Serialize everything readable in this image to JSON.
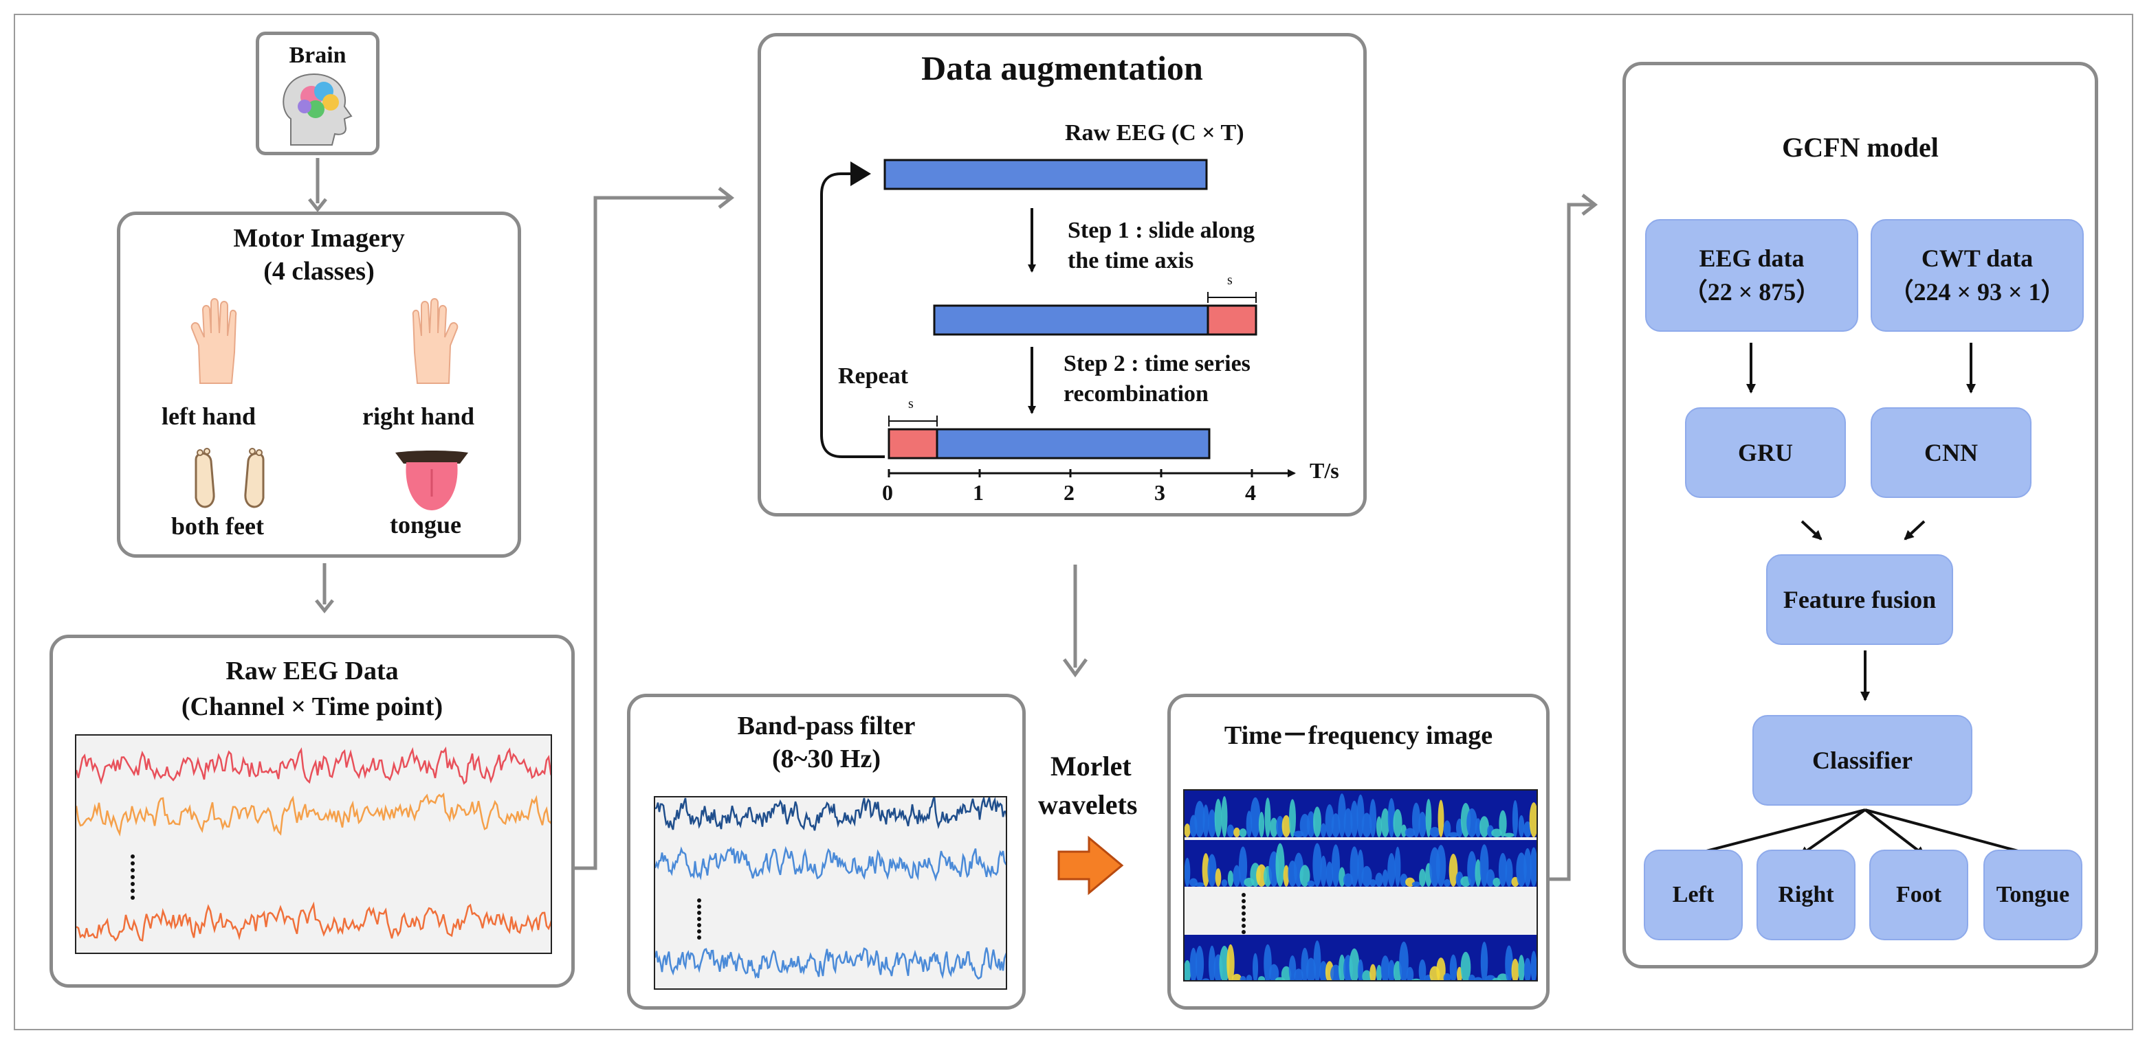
{
  "brain": {
    "label": "Brain"
  },
  "motor_imagery": {
    "title_line1": "Motor Imagery",
    "title_line2": "(4 classes)",
    "classes": [
      "left hand",
      "right hand",
      "both feet",
      "tongue"
    ]
  },
  "raw_eeg": {
    "title_line1": "Raw EEG Data",
    "title_line2": "(Channel × Time point)"
  },
  "data_augmentation": {
    "title": "Data augmentation",
    "raw_label": "Raw EEG (C × T)",
    "step1_line1": "Step 1 : slide along",
    "step1_line2": "the time axis",
    "step2_line1": "Step 2 : time series",
    "step2_line2": "recombination",
    "repeat": "Repeat",
    "segment_label": "s",
    "axis_ticks": [
      "0",
      "1",
      "2",
      "3",
      "4"
    ],
    "axis_unit": "T/s"
  },
  "bandpass": {
    "title_line1": "Band-pass filter",
    "title_line2": "(8~30 Hz)"
  },
  "morlet": {
    "line1": "Morlet",
    "line2": "wavelets"
  },
  "tf_image": {
    "title": "Time－frequency image"
  },
  "gcfn": {
    "title": "GCFN model",
    "eeg_line1": "EEG data",
    "eeg_line2": "（22 × 875）",
    "cwt_line1": "CWT data",
    "cwt_line2": "（224 × 93 × 1）",
    "gru": "GRU",
    "cnn": "CNN",
    "fusion": "Feature fusion",
    "classifier": "Classifier",
    "outputs": [
      "Left",
      "Right",
      "Foot",
      "Tongue"
    ]
  },
  "colors": {
    "node_fill": "#a4bdf2",
    "bar_blue": "#5b86dd",
    "bar_red": "#f07272",
    "eeg_red": "#e8505a",
    "eeg_orange": "#f5a04a",
    "eeg_coral": "#f0703a",
    "bp_dark": "#1f4e8c",
    "bp_light": "#4a8ad8",
    "arrow_orange": "#f57f25"
  }
}
